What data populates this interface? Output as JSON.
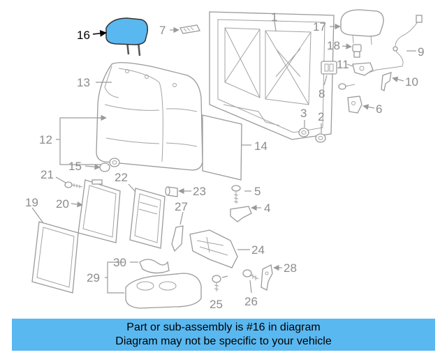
{
  "diagram": {
    "highlight_color": "#5ab8f0",
    "highlighted_part": "16",
    "labels": [
      "1",
      "2",
      "3",
      "4",
      "5",
      "6",
      "7",
      "8",
      "9",
      "10",
      "11",
      "12",
      "13",
      "14",
      "15",
      "16",
      "17",
      "18",
      "19",
      "20",
      "21",
      "22",
      "23",
      "24",
      "25",
      "26",
      "27",
      "28",
      "29",
      "30"
    ]
  },
  "banner": {
    "line1": "Part or sub-assembly is #16 in diagram",
    "line2": "Diagram may not be specific to your vehicle"
  }
}
